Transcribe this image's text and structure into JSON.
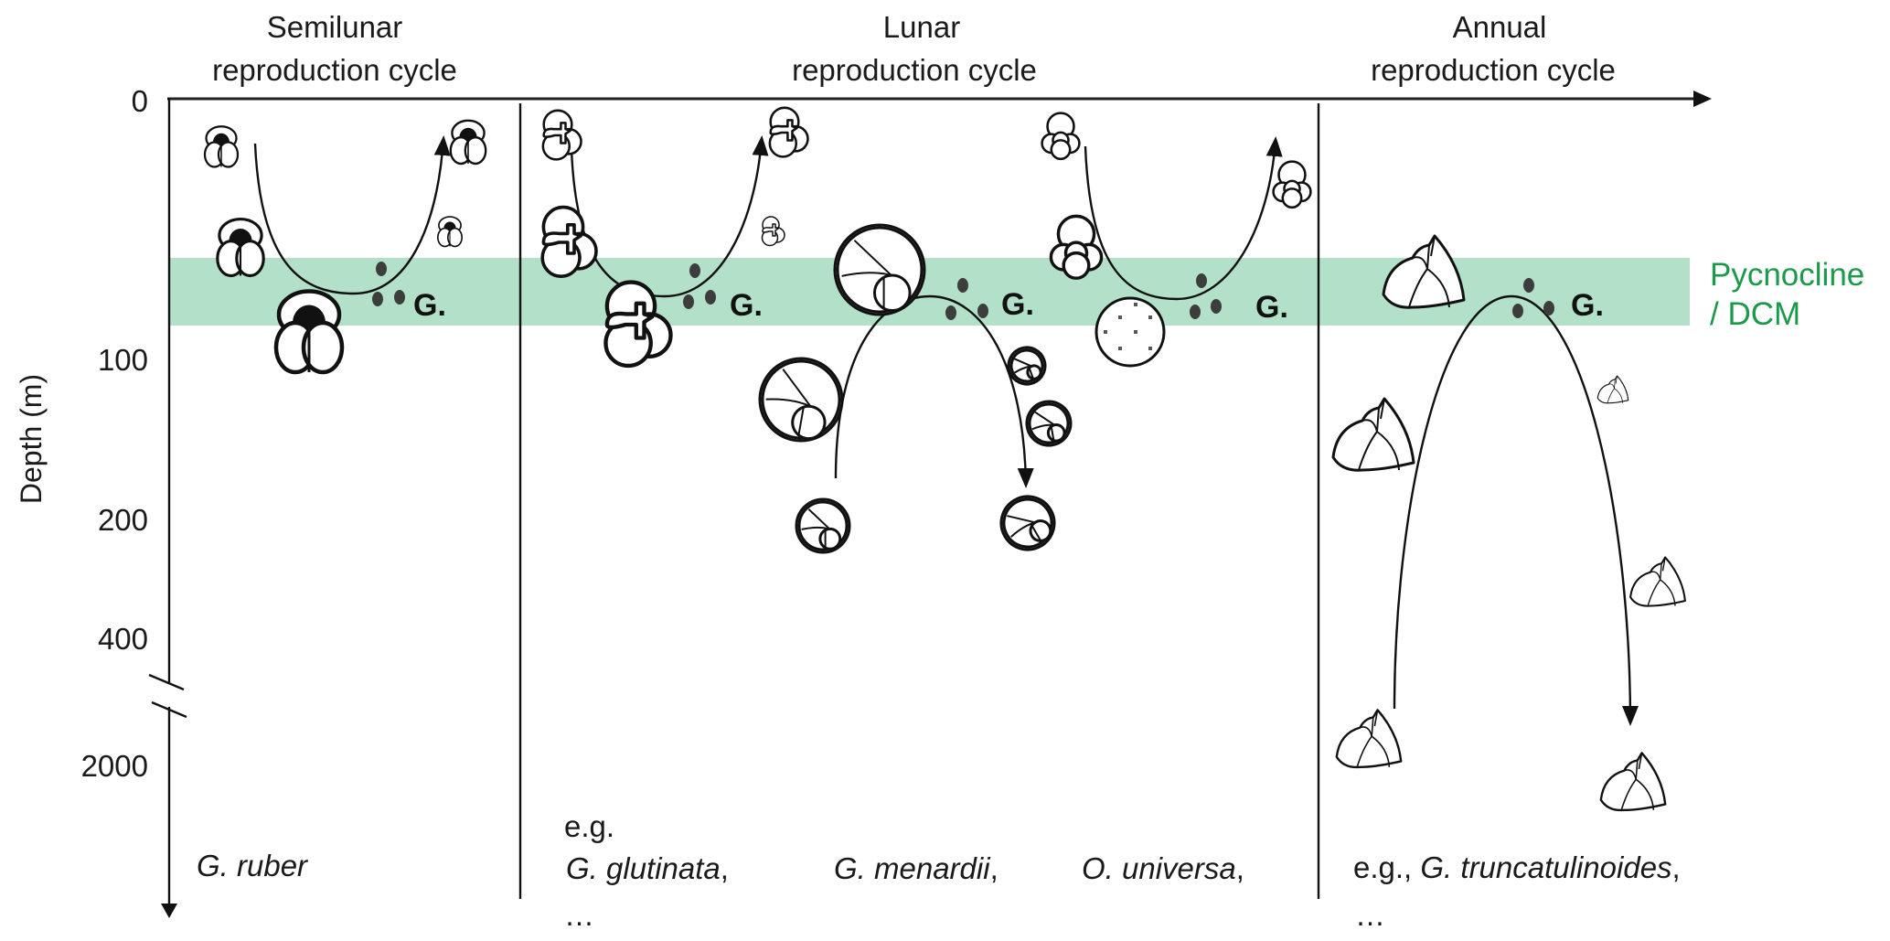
{
  "figure": {
    "axis": {
      "y_label": "Depth (m)",
      "ticks": [
        "0",
        "100",
        "200",
        "400",
        "2000"
      ],
      "axis_break": true
    },
    "band": {
      "label_line1": "Pycnocline",
      "label_line2": "/ DCM",
      "color": "#b3e0c8",
      "label_color": "#1a9a4a"
    },
    "panels": [
      {
        "title_line1": "Semilunar",
        "title_line2": "reproduction cycle",
        "gamete_label": "G.",
        "species_line1": "",
        "species_line2": "G. ruber",
        "species_more": ""
      },
      {
        "title_line1": "Lunar",
        "title_line2": "reproduction cycle",
        "gamete_label": "G.",
        "species_prefix": "e.g.",
        "species": [
          {
            "name": "G. glutinata",
            "suffix": ","
          },
          {
            "name": "G. menardii",
            "suffix": ","
          },
          {
            "name": "O. universa",
            "suffix": ","
          }
        ],
        "species_more": "…"
      },
      {
        "title_line1": "Annual",
        "title_line2": "reproduction cycle",
        "gamete_label": "G.",
        "species_prefix": "e.g., ",
        "species_name": "G. truncatulinoides",
        "species_suffix": ",",
        "species_more": "…"
      }
    ],
    "cycles": [
      {
        "name": "G. ruber",
        "direction": "descend-ascend",
        "cycle": "semilunar"
      },
      {
        "name": "G. glutinata",
        "direction": "descend-ascend",
        "cycle": "lunar"
      },
      {
        "name": "G. menardii",
        "direction": "ascend-descend",
        "cycle": "lunar"
      },
      {
        "name": "O. universa",
        "direction": "descend-ascend",
        "cycle": "lunar"
      },
      {
        "name": "G. truncatulinoides",
        "direction": "ascend-descend",
        "cycle": "annual"
      }
    ],
    "icons": {
      "organism_ruber": "spinose-foram-icon",
      "organism_glutinata": "globular-foram-icon",
      "organism_menardii": "keeled-foram-icon",
      "organism_universa": "orbulina-sphere-icon",
      "organism_truncatulinoides": "conical-foram-icon",
      "gamete": "gamete-dot-icon"
    }
  }
}
